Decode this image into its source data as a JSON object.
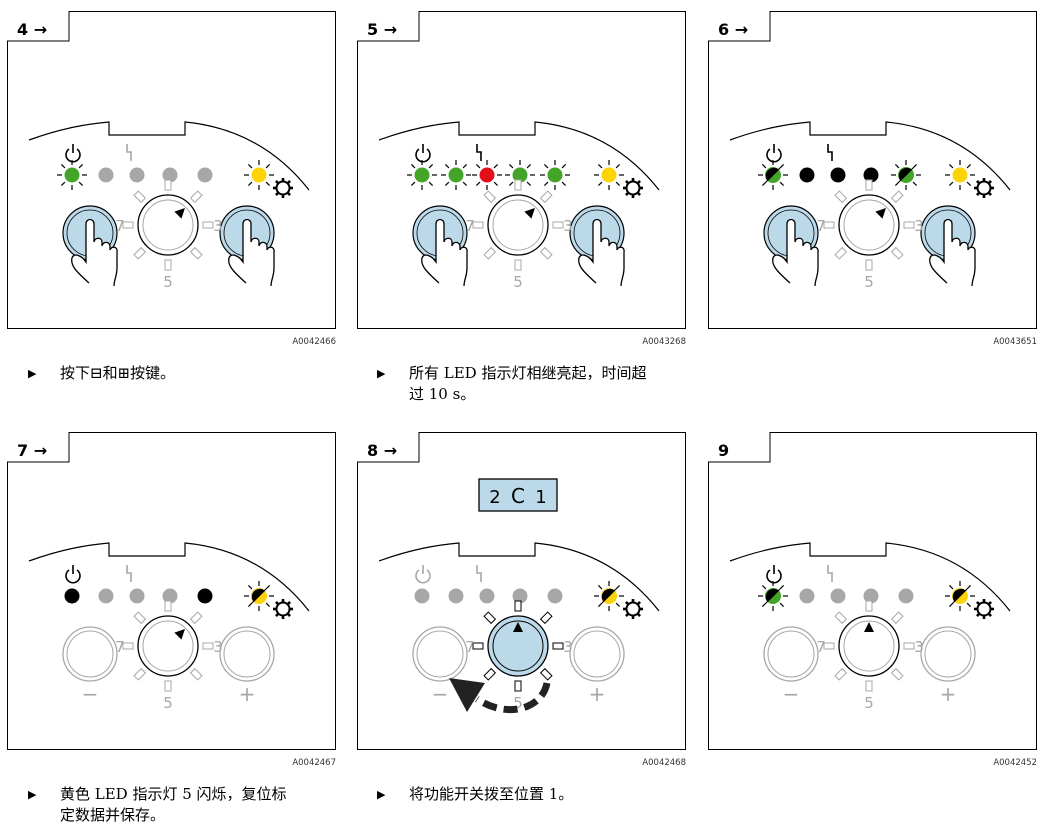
{
  "panels": [
    {
      "step": "4 →",
      "code": "A0042466",
      "caption": "按下⊟和⊞按键。"
    },
    {
      "step": "5 →",
      "code": "A0043268",
      "caption": "所有 LED 指示灯相继亮起，时间超过 10 s。"
    },
    {
      "step": "6 →",
      "code": "A0043651",
      "caption": ""
    },
    {
      "step": "7 →",
      "code": "A0042467",
      "caption": "黄色 LED 指示灯 5 闪烁，复位标定数据并保存。"
    },
    {
      "step": "8 →",
      "code": "A0042468",
      "caption": "将功能开关拨至位置 1。"
    },
    {
      "step": "9",
      "code": "A0042452",
      "caption": ""
    }
  ],
  "switch_labels": {
    "left": "7",
    "right": "3",
    "bottom": "5"
  },
  "display_text": {
    "from": "2",
    "arrow": "C",
    "to": "1"
  },
  "bullet": "▶",
  "button_signs": {
    "minus": "−",
    "plus": "+"
  },
  "colors": {
    "green": "#43a428",
    "red": "#e3101a",
    "yellow": "#fcd307",
    "gray": "#a7a7a7",
    "blue_fill": "#bcd9ea",
    "frame": "#000000"
  }
}
